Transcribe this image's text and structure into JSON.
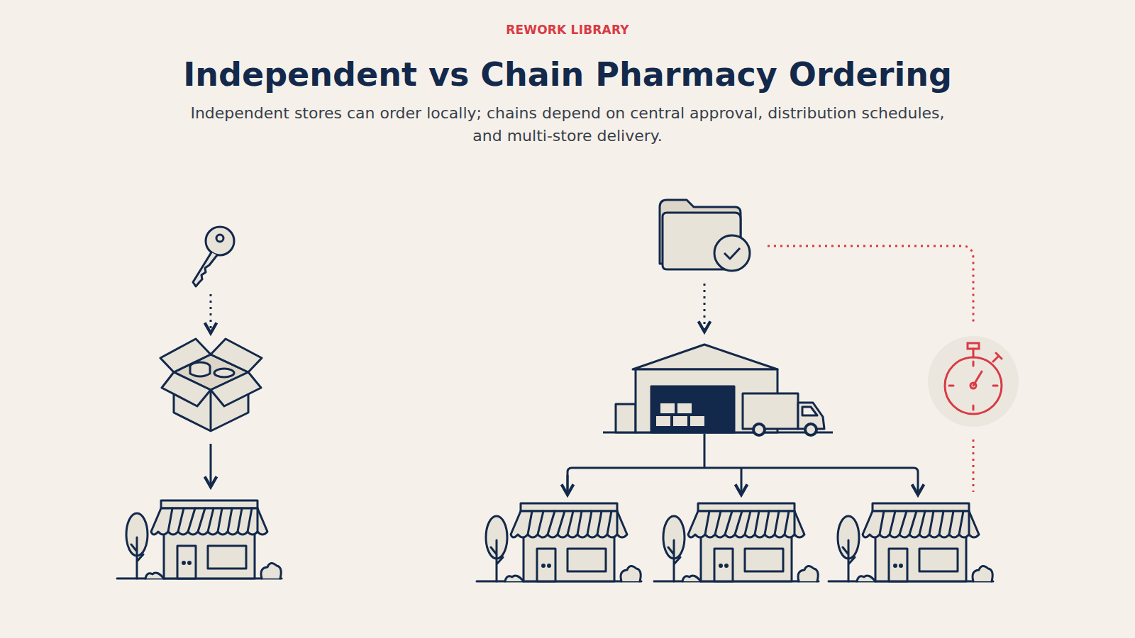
{
  "diagram": {
    "title": "Independent vs Chain Pharmacy Ordering",
    "caption": "Independent stores can order locally; chains depend on central approval, distribution schedules, and multi-store delivery.",
    "labels": [
      "REWORK LIBRARY"
    ]
  }
}
